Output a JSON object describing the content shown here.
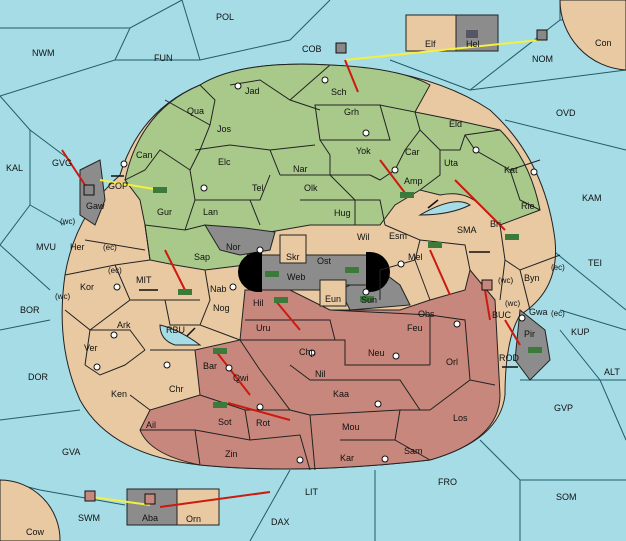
{
  "colors": {
    "sea": "#a6dce6",
    "green": "#a9c98a",
    "tan": "#e8c9a2",
    "red": "#c8877c",
    "gray": "#8c8c8c",
    "black": "#000000",
    "order_arrow": "#cc1a0e",
    "support_line": "#f4f041"
  },
  "sea_labels": {
    "POL": "POL",
    "NWM": "NWM",
    "FUN": "FUN",
    "COB": "COB",
    "NOM": "NOM",
    "Con": "Con",
    "OVD": "OVD",
    "KAL": "KAL",
    "GVG": "GVG",
    "GOP": "GOP",
    "MVU": "MVU",
    "KAM": "KAM",
    "SMA": "SMA",
    "TEI": "TEI",
    "MIT": "MIT",
    "BOR": "BOR",
    "RBU": "RBU",
    "KUP": "KUP",
    "BUC": "BUC",
    "DOR": "DOR",
    "ROD": "ROD",
    "ALT": "ALT",
    "GVP": "GVP",
    "GVA": "GVA",
    "FRO": "FRO",
    "SOM": "SOM",
    "LIT": "LIT",
    "SWM": "SWM",
    "DAX": "DAX",
    "Cow": "Cow"
  },
  "land_labels": {
    "Elf": "Elf",
    "Hel": "Hel",
    "Jad": "Jad",
    "Sch": "Sch",
    "Qua": "Qua",
    "Jos": "Jos",
    "Grh": "Grh",
    "Eld": "Eld",
    "Can": "Can",
    "Yok": "Yok",
    "Car": "Car",
    "Elc": "Elc",
    "Nar": "Nar",
    "Uta": "Uta",
    "Kat": "Kat",
    "Amp": "Amp",
    "Tel": "Tel",
    "Olk": "Olk",
    "Gur": "Gur",
    "Lan": "Lan",
    "Hug": "Hug",
    "Rie": "Rie",
    "Bri": "Bri",
    "Gaw": "Gaw",
    "Nor": "Nor",
    "Skr": "Skr",
    "Ost": "Ost",
    "Wil": "Wil",
    "Esm": "Esm",
    "Her": "Her",
    "Sap": "Sap",
    "Web": "Web",
    "Mel": "Mel",
    "Byn": "Byn",
    "Kor": "Kor",
    "Nab": "Nab",
    "Eun": "Eun",
    "Sun": "Sun",
    "Obs": "Obs",
    "Gwa": "Gwa",
    "Hil": "Hil",
    "Ark": "Ark",
    "Nog": "Nog",
    "Uru": "Uru",
    "Feu": "Feu",
    "Pir": "Pir",
    "Ver": "Ver",
    "Chp": "Chp",
    "Neu": "Neu",
    "Orl": "Orl",
    "Bar": "Bar",
    "Qwi": "Qwi",
    "Nil": "Nil",
    "Ken": "Ken",
    "Chr": "Chr",
    "Kaa": "Kaa",
    "Ail": "Ail",
    "Sot": "Sot",
    "Rot": "Rot",
    "Mou": "Mou",
    "Los": "Los",
    "Zin": "Zin",
    "Kar": "Kar",
    "Sam": "Sam",
    "Aba": "Aba",
    "Orn": "Orn"
  },
  "coast_labels": {
    "wc_gaw": "(wc)",
    "ec_her": "(ec)",
    "ec_kor": "(ec)",
    "wc_kor": "(wc)",
    "wc_byn": "(wc)",
    "ec_byn": "(ec)",
    "wc_gwa": "(wc)",
    "ec_gwa": "(ec)"
  }
}
